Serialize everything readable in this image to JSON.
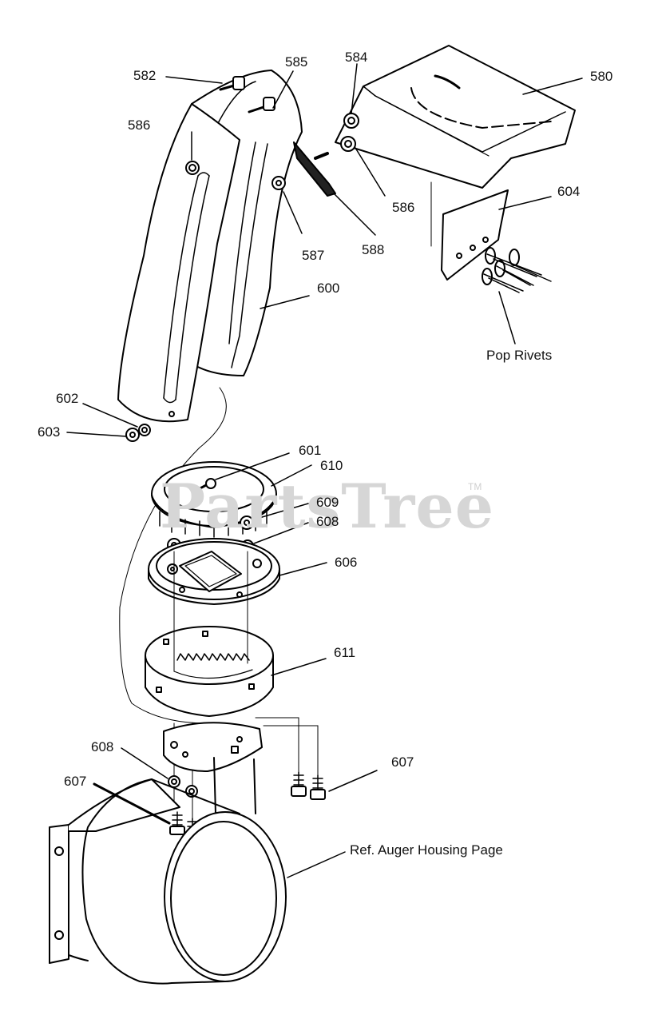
{
  "callouts": {
    "c580": "580",
    "c582": "582",
    "c584": "584",
    "c585": "585",
    "c586a": "586",
    "c586b": "586",
    "c587": "587",
    "c588": "588",
    "c600": "600",
    "c601": "601",
    "c602": "602",
    "c603": "603",
    "c604": "604",
    "c606": "606",
    "c607a": "607",
    "c607b": "607",
    "c608a": "608",
    "c608b": "608",
    "c609": "609",
    "c610": "610",
    "c611": "611",
    "pop_rivets": "Pop Rivets",
    "auger_ref": "Ref. Auger Housing Page"
  },
  "watermark": {
    "text": "PartsTree",
    "trademark": "TM"
  }
}
